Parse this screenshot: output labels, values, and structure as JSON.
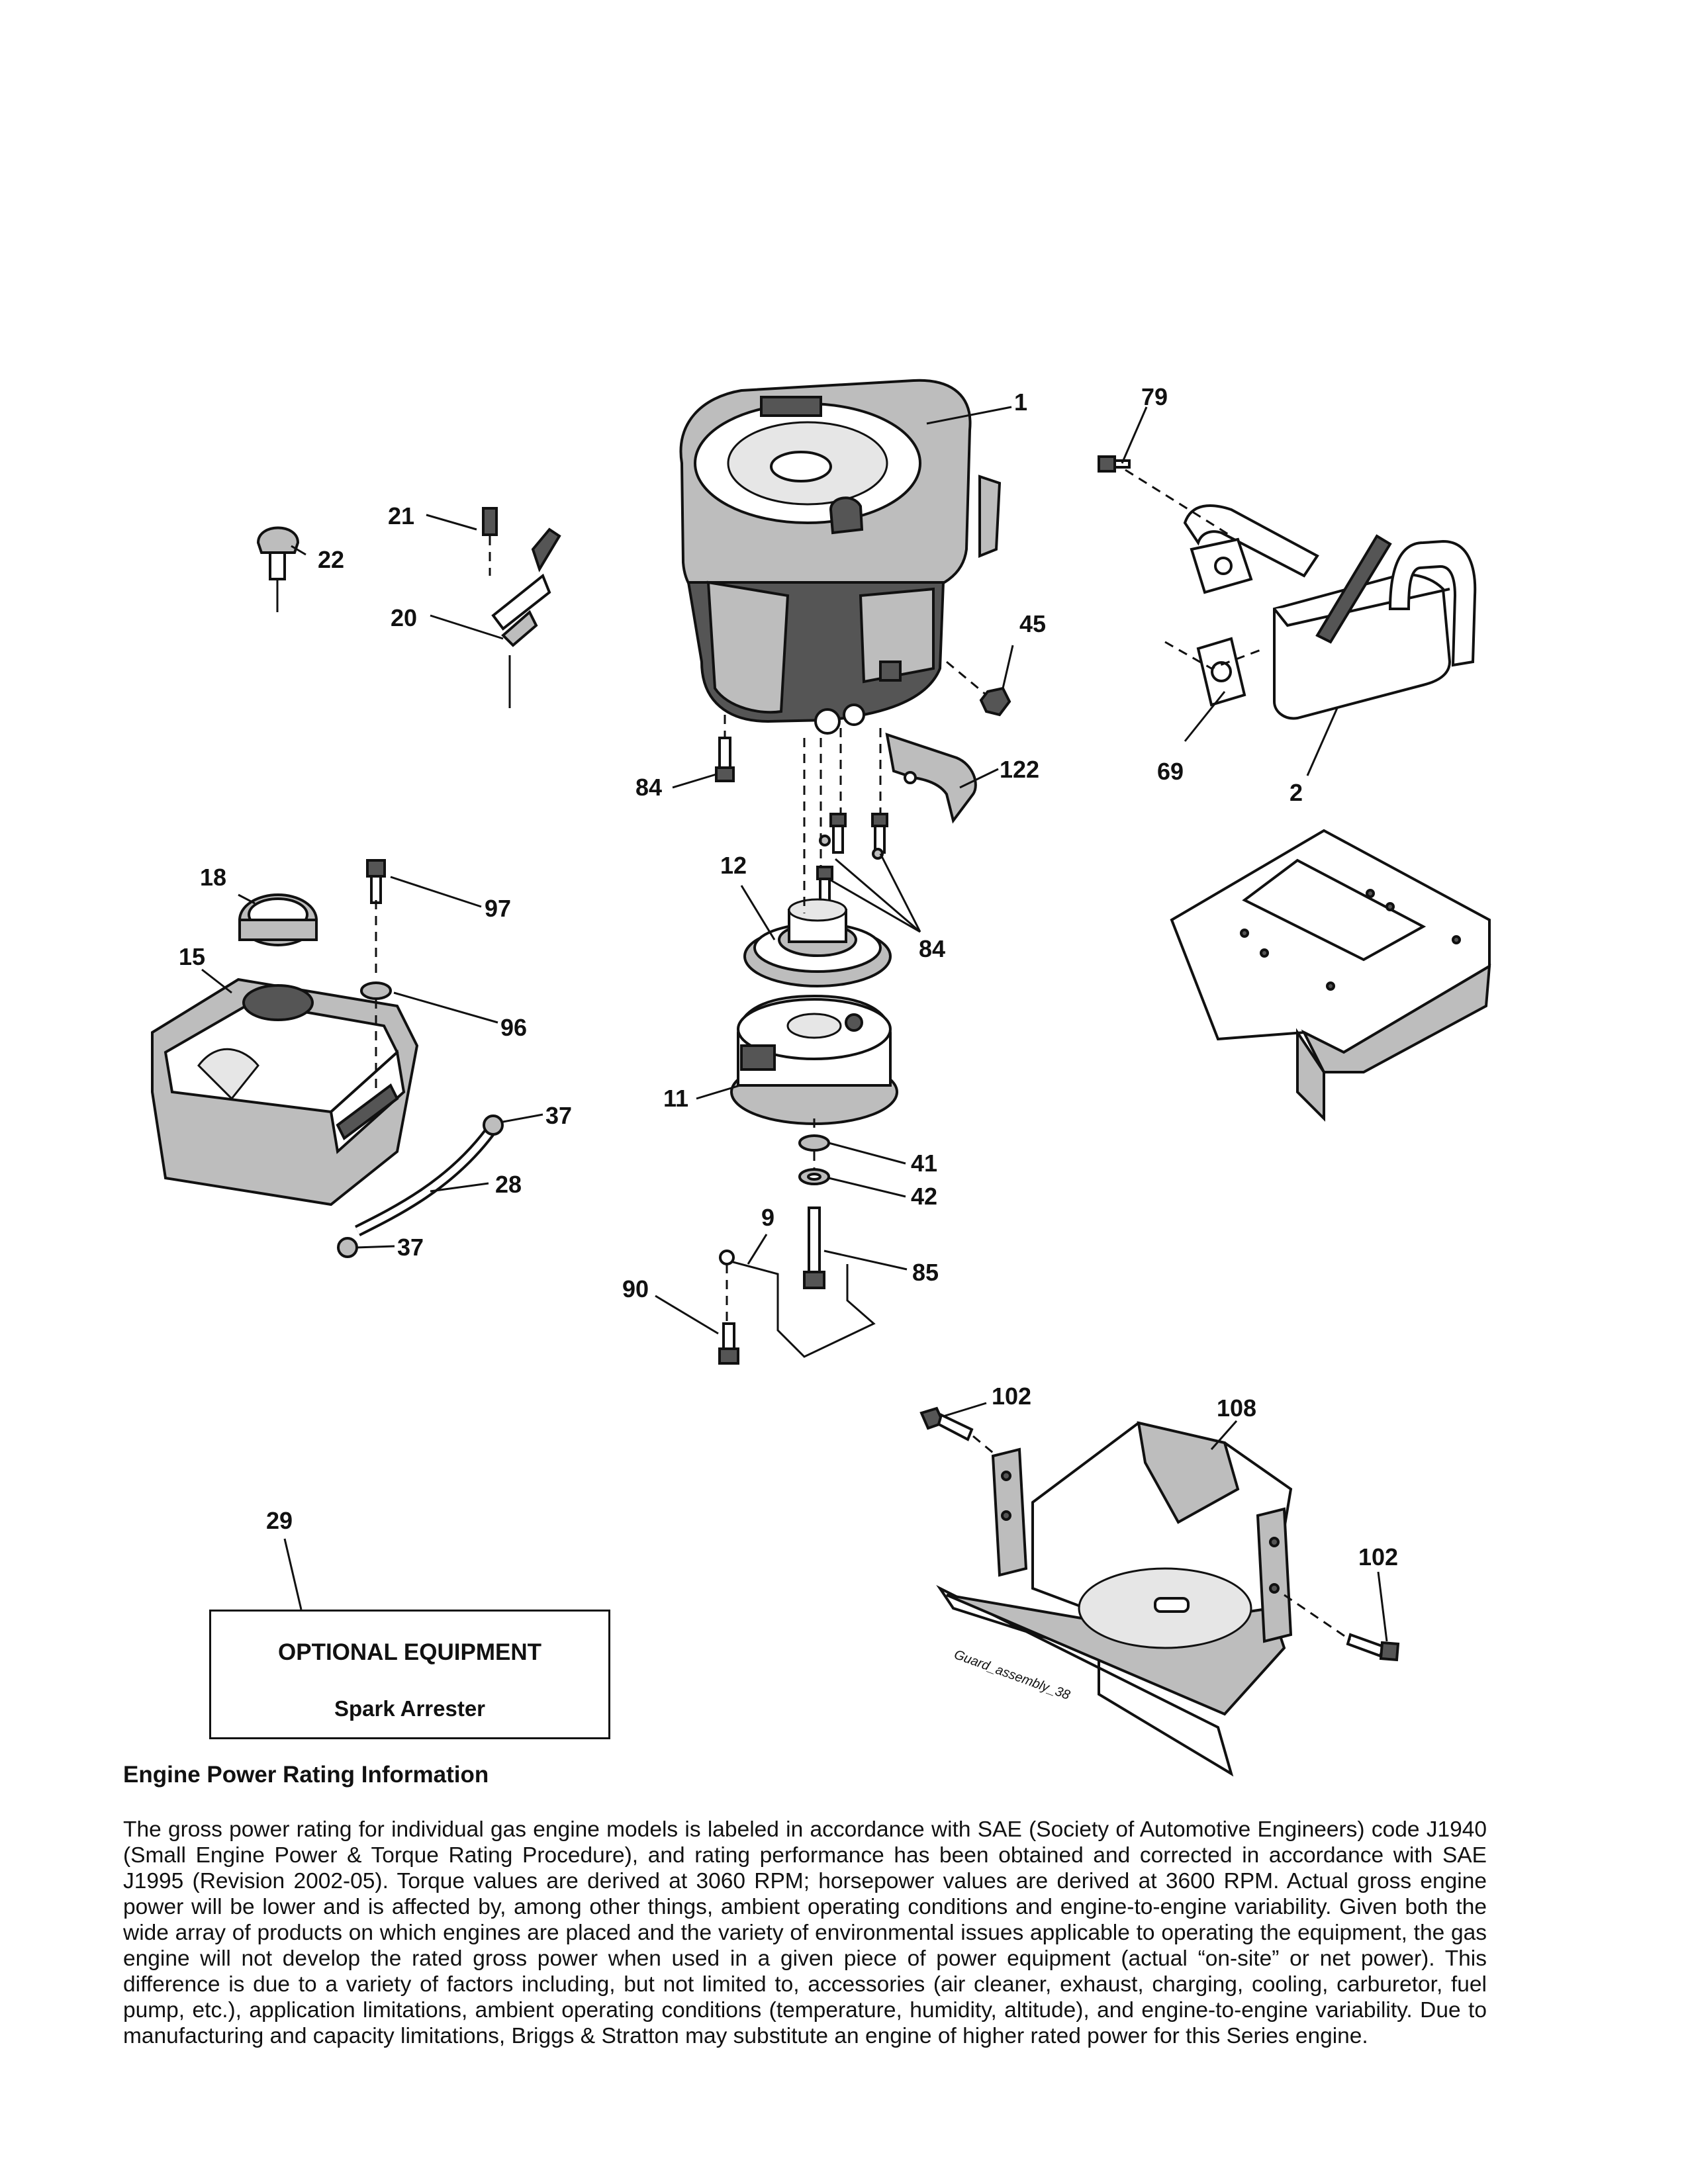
{
  "callouts": {
    "c1": "1",
    "c79": "79",
    "c21": "21",
    "c22": "22",
    "c20": "20",
    "c45": "45",
    "c84a": "84",
    "c122": "122",
    "c69": "69",
    "c2": "2",
    "c12": "12",
    "c84b": "84",
    "c18": "18",
    "c97": "97",
    "c15": "15",
    "c96": "96",
    "c11": "11",
    "c37a": "37",
    "c28": "28",
    "c41": "41",
    "c42": "42",
    "c37b": "37",
    "c9": "9",
    "c85": "85",
    "c90": "90",
    "c102a": "102",
    "c108": "108",
    "c29": "29",
    "c102b": "102"
  },
  "guard_label": "Guard_assembly_38",
  "optional_box": {
    "title": "OPTIONAL EQUIPMENT",
    "item": "Spark Arrester"
  },
  "rating": {
    "heading": "Engine Power Rating Information",
    "body": "The gross power rating for individual gas engine models is labeled in accordance with SAE (Society of Automotive Engineers) code J1940 (Small Engine Power & Torque Rating Procedure), and rating performance has been obtained and corrected in accordance with SAE J1995 (Revision 2002-05). Torque values are derived at 3060 RPM; horsepower values are derived at 3600 RPM. Actual gross engine power will be lower and is affected by, among other things, ambient operating conditions and engine-to-engine variability. Given both the wide array of products on which engines are placed and the variety of environmental issues applicable to operating the equipment, the gas engine will not develop the rated gross power when used in a given piece of power equipment (actual “on-site” or net power). This difference is due to a variety of factors including, but not limited to, accessories (air cleaner, exhaust, charging, cooling, carburetor, fuel pump, etc.), application limitations, ambient operating conditions (temperature, humidity, altitude), and engine-to-engine variability. Due to manufacturing and capacity limitations, Briggs & Stratton may substitute an engine of higher rated power for this Series engine."
  }
}
